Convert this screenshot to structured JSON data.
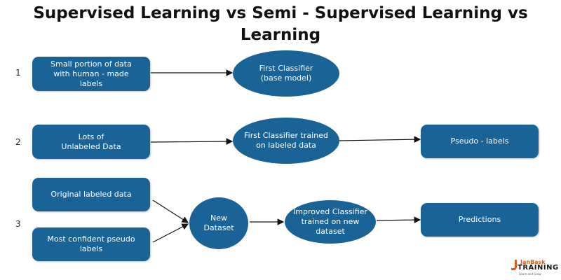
{
  "title": {
    "line1": "Supervised Learning vs Semi - Supervised Learning vs",
    "line2": "Learning"
  },
  "steps": [
    "1",
    "2",
    "3"
  ],
  "nodes": {
    "small_data": "Small portion of data\nwith human - made\nlabels",
    "first_classifier": "First Classifier\n(base model)",
    "unlabeled": "Lots of\nUnlabeled Data",
    "trained_classifier": "First Classifier trained\non labeled data",
    "pseudo_labels": "Pseudo - labels",
    "original_labeled": "Original labeled data",
    "confident_pseudo": "Most confident pseudo\nlabels",
    "new_dataset": "New\nDataset",
    "improved_classifier": "Improved Classifier\ntrained on new\ndataset",
    "predictions": "Predictions"
  },
  "logo": {
    "line1": "JanBask",
    "line2": "TRAINING",
    "line3": "Learn and Grow"
  },
  "colors": {
    "node": "#1a6396",
    "arrow": "#111111",
    "logo_accent": "#e05a1c"
  }
}
